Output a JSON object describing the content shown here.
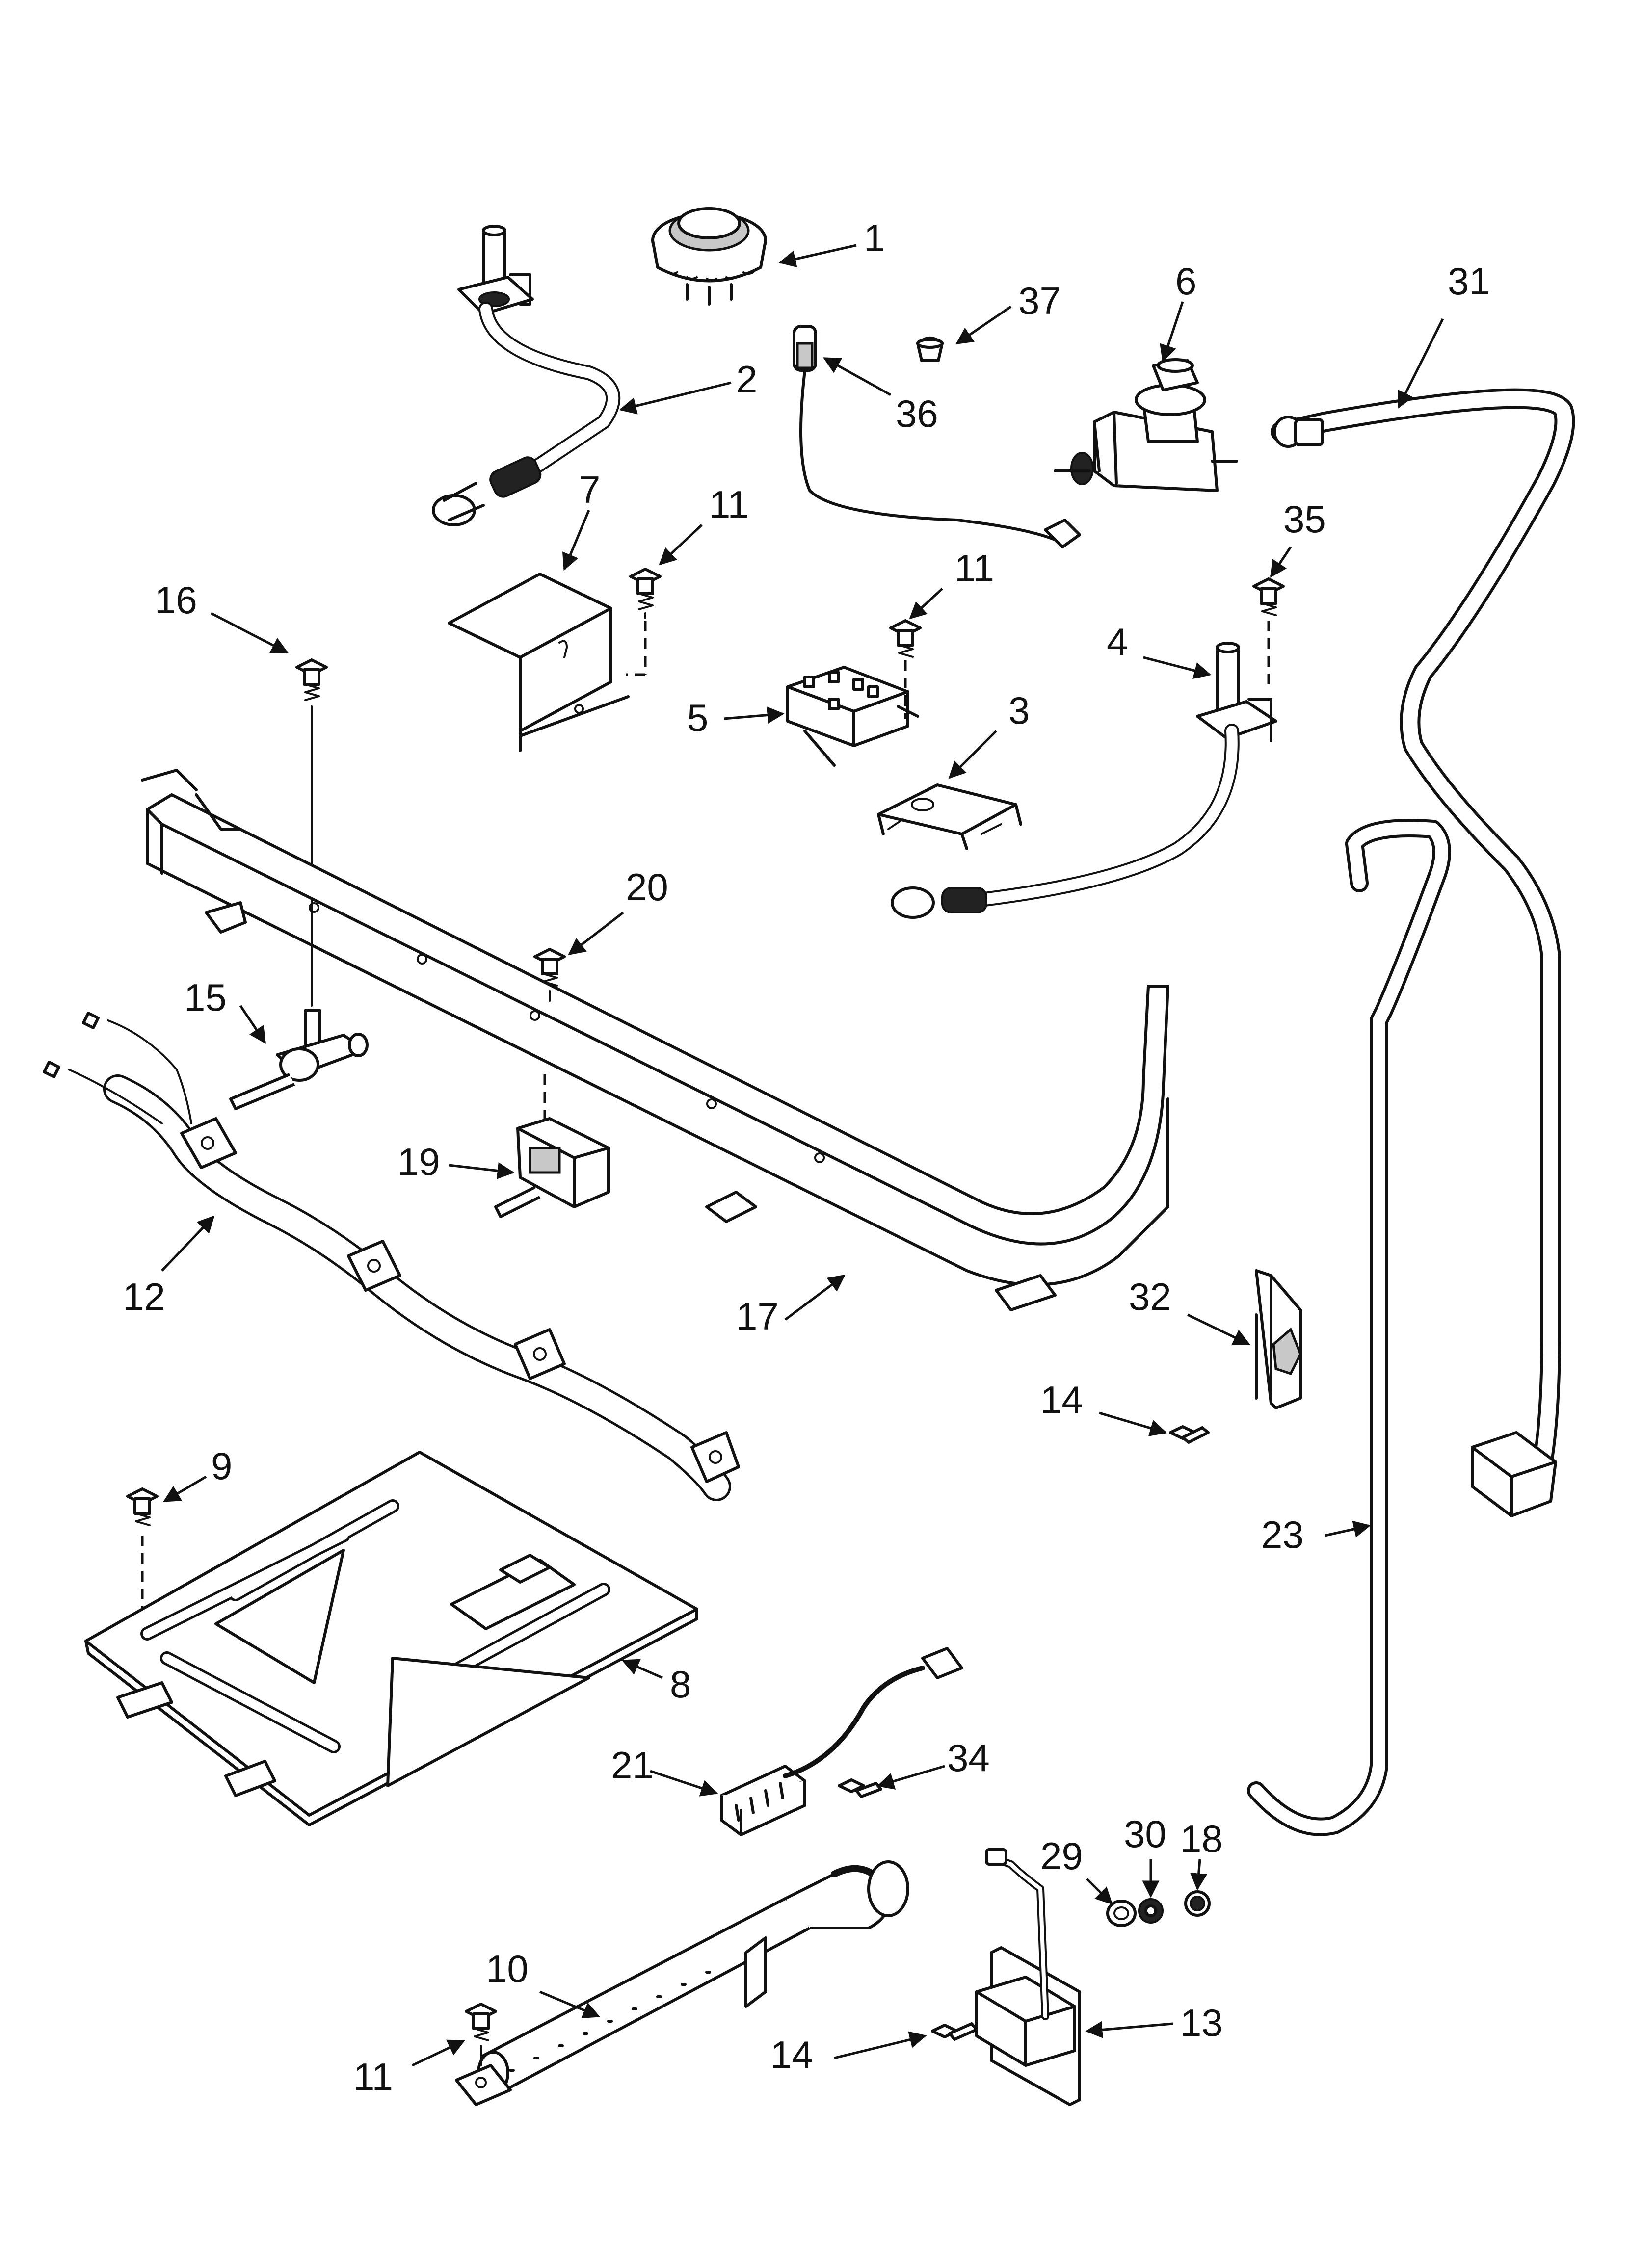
{
  "diagram": {
    "callouts": [
      {
        "id": "c1",
        "label": "1"
      },
      {
        "id": "c2",
        "label": "2"
      },
      {
        "id": "c3",
        "label": "3"
      },
      {
        "id": "c4",
        "label": "4"
      },
      {
        "id": "c5",
        "label": "5"
      },
      {
        "id": "c6",
        "label": "6"
      },
      {
        "id": "c7",
        "label": "7"
      },
      {
        "id": "c8",
        "label": "8"
      },
      {
        "id": "c9",
        "label": "9"
      },
      {
        "id": "c10",
        "label": "10"
      },
      {
        "id": "c11a",
        "label": "11"
      },
      {
        "id": "c11b",
        "label": "11"
      },
      {
        "id": "c11c",
        "label": "11"
      },
      {
        "id": "c12",
        "label": "12"
      },
      {
        "id": "c13",
        "label": "13"
      },
      {
        "id": "c14a",
        "label": "14"
      },
      {
        "id": "c14b",
        "label": "14"
      },
      {
        "id": "c15",
        "label": "15"
      },
      {
        "id": "c16",
        "label": "16"
      },
      {
        "id": "c17",
        "label": "17"
      },
      {
        "id": "c18",
        "label": "18"
      },
      {
        "id": "c19",
        "label": "19"
      },
      {
        "id": "c20",
        "label": "20"
      },
      {
        "id": "c21",
        "label": "21"
      },
      {
        "id": "c23",
        "label": "23"
      },
      {
        "id": "c29",
        "label": "29"
      },
      {
        "id": "c30",
        "label": "30"
      },
      {
        "id": "c31",
        "label": "31"
      },
      {
        "id": "c32",
        "label": "32"
      },
      {
        "id": "c34",
        "label": "34"
      },
      {
        "id": "c35",
        "label": "35"
      },
      {
        "id": "c36",
        "label": "36"
      },
      {
        "id": "c37",
        "label": "37"
      }
    ]
  }
}
